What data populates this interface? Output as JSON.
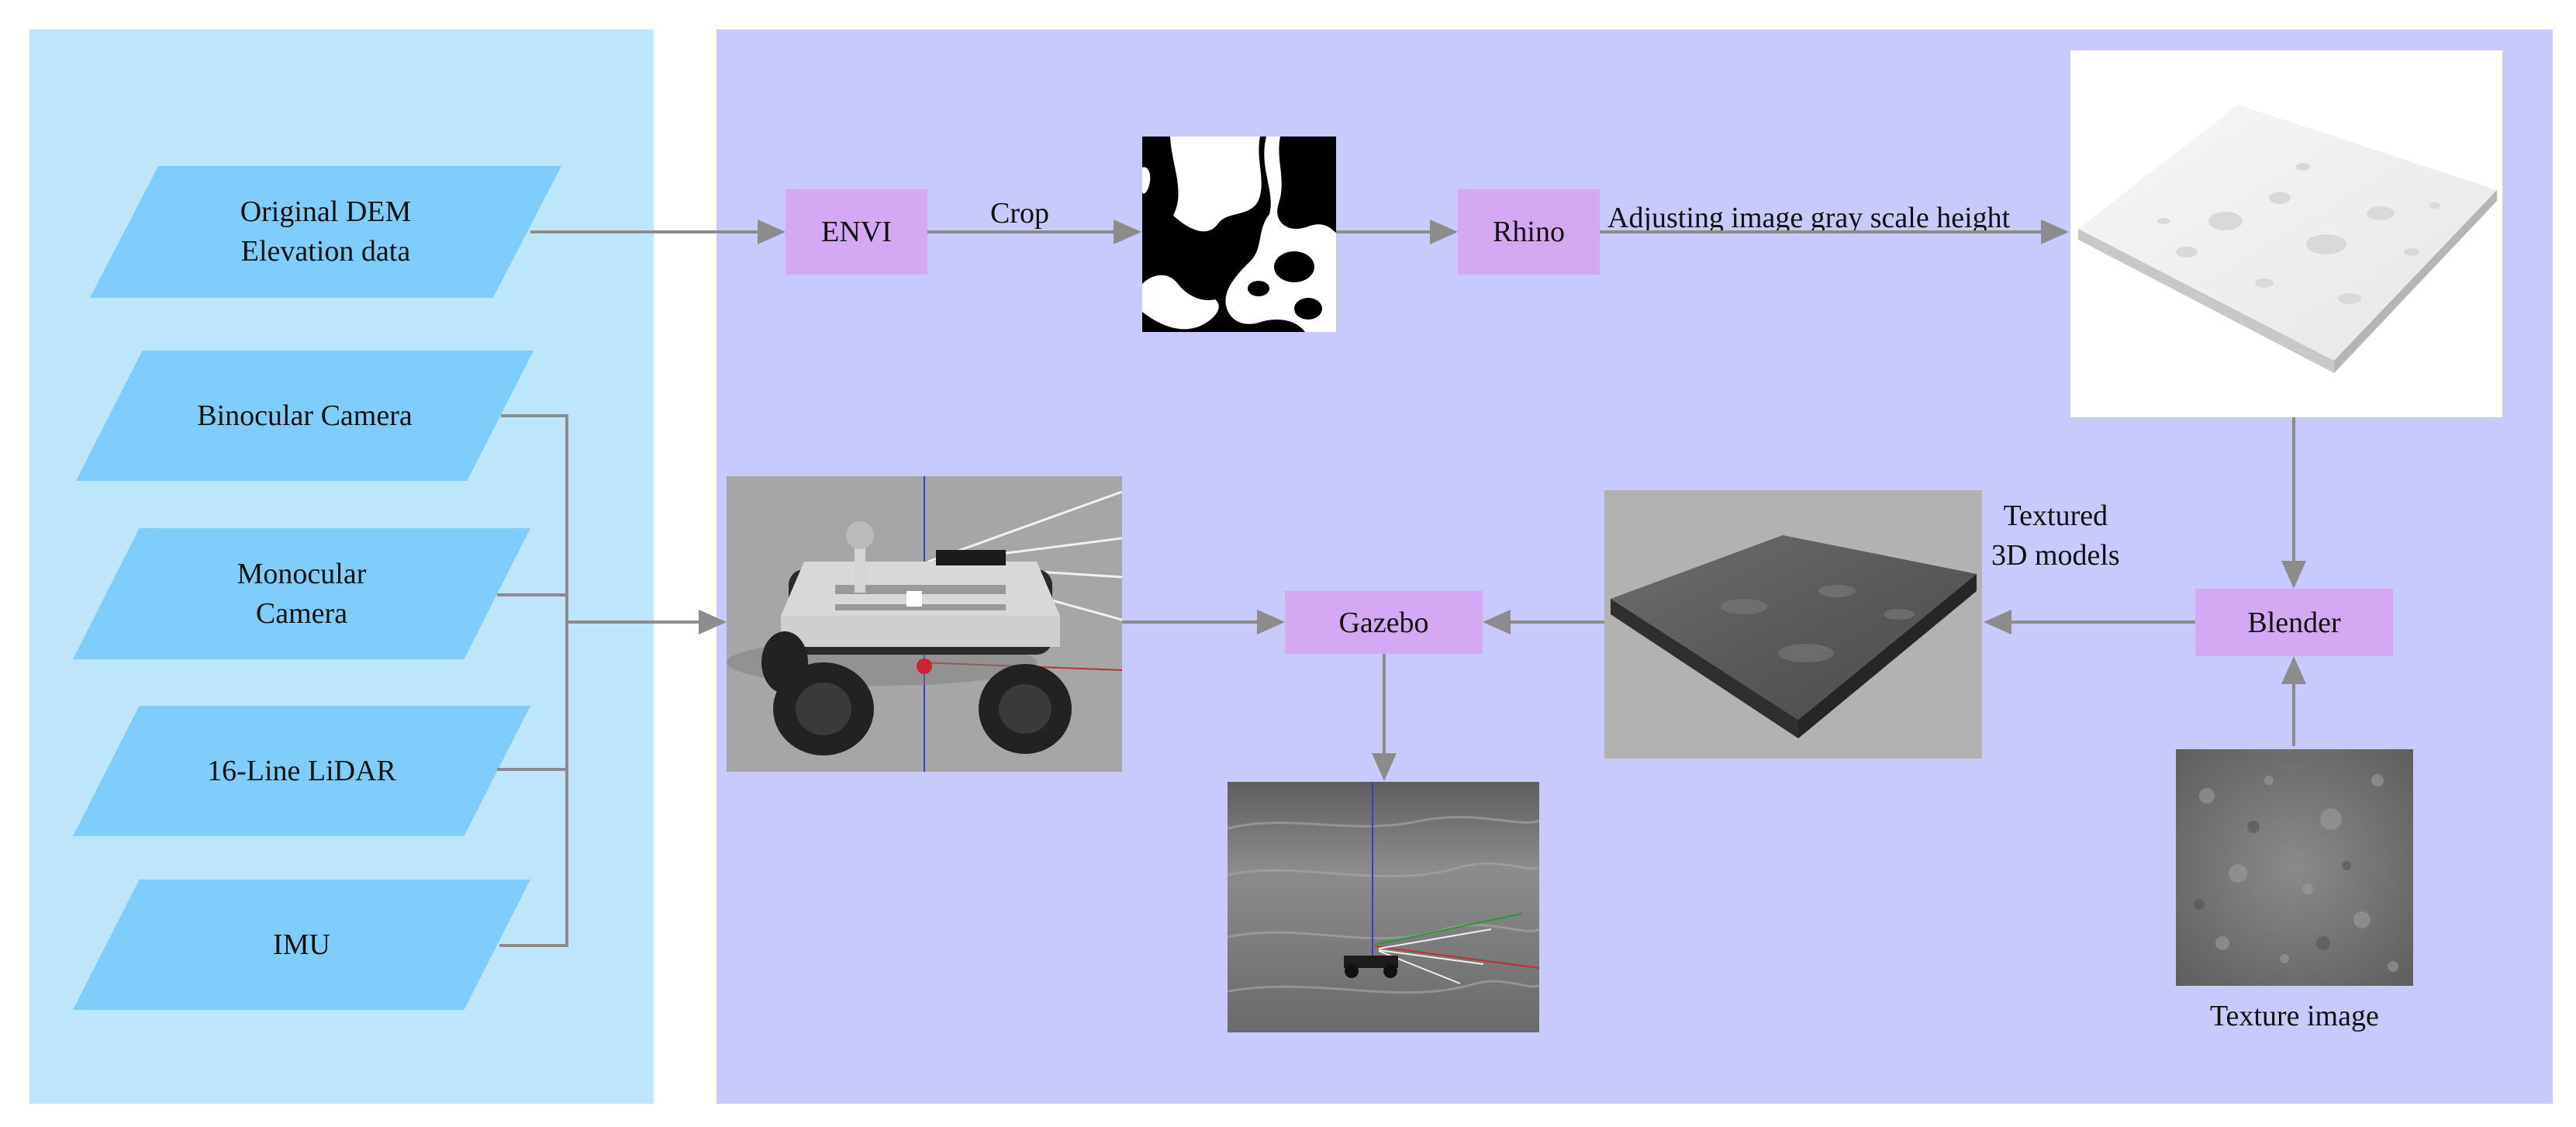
{
  "colors": {
    "sensor_panel": "#bde6fc",
    "process_panel": "#c8c9fc",
    "sensor_shape": "#7fcdfc",
    "process_box": "#d4a9f4",
    "arrow": "#8c8c8c"
  },
  "inputs": {
    "dem": "Original DEM\nElevation data",
    "binocular": "Binocular Camera",
    "monocular": "Monocular\nCamera",
    "lidar": "16-Line LiDAR",
    "imu": "IMU"
  },
  "process": {
    "envi": "ENVI",
    "rhino": "Rhino",
    "blender": "Blender",
    "gazebo": "Gazebo"
  },
  "labels": {
    "crop": "Crop",
    "adjust": "Adjusting image gray scale height",
    "textured": "Textured\n3D models",
    "texture_image": "Texture image"
  },
  "images": {
    "mask": "binary-mask-image",
    "terrain_white": "white-terrain-render",
    "robot": "robot-model-render",
    "terrain_textured": "textured-terrain-model",
    "gazebo_scene": "gazebo-simulation-view",
    "texture": "lunar-texture-image"
  }
}
